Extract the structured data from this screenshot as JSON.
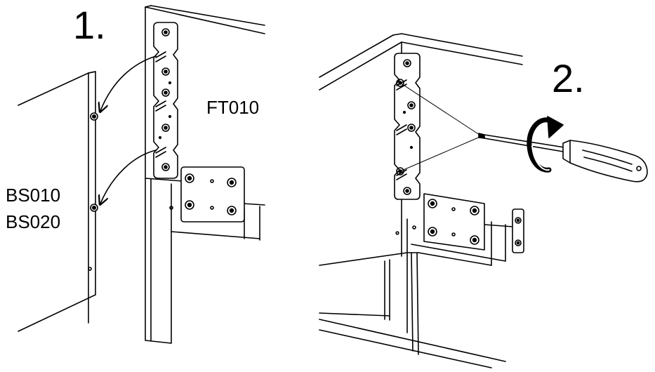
{
  "steps": {
    "one": {
      "number": "1."
    },
    "two": {
      "number": "2."
    }
  },
  "parts": {
    "fitting": "FT010",
    "side_board_a": "BS010",
    "side_board_b": "BS020"
  },
  "colors": {
    "line": "#000000",
    "background": "#ffffff",
    "plate": "#f2f2f2"
  },
  "icons": [
    "curved-arrow-icon",
    "rotate-clockwise-icon",
    "screwdriver-icon"
  ]
}
